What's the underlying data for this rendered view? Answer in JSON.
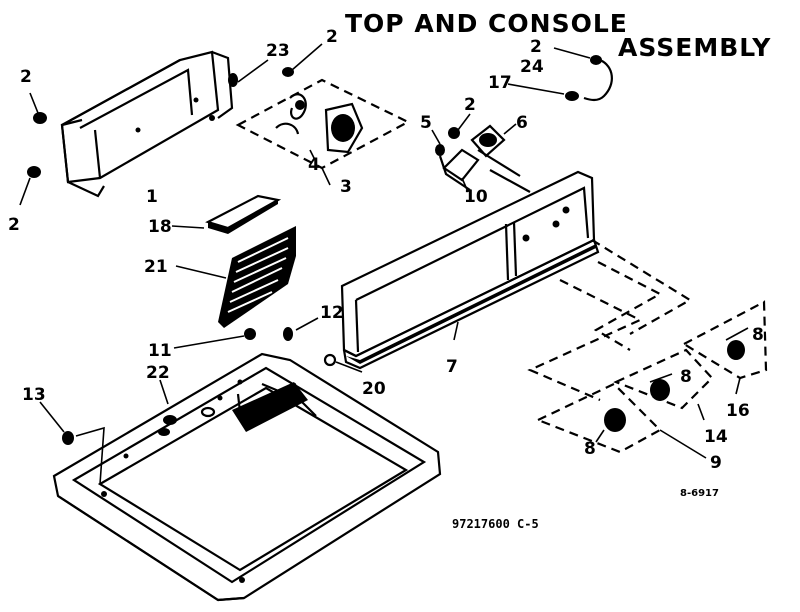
{
  "title_line1": "TOP AND CONSOLE",
  "title_line2": "ASSEMBLY",
  "drawing_number": "97217600 C-5",
  "corner_code": "8-6917",
  "callouts": {
    "c1": "1",
    "c2a": "2",
    "c2b": "2",
    "c2c": "2",
    "c2d": "2",
    "c2e": "2",
    "c3": "3",
    "c4": "4",
    "c5": "5",
    "c6": "6",
    "c7": "7",
    "c8a": "8",
    "c8b": "8",
    "c8c": "8",
    "c9": "9",
    "c10": "10",
    "c11": "11",
    "c12": "12",
    "c13": "13",
    "c14": "14",
    "c16": "16",
    "c17": "17",
    "c18": "18",
    "c20": "20",
    "c21": "21",
    "c22": "22",
    "c23": "23",
    "c24": "24"
  }
}
